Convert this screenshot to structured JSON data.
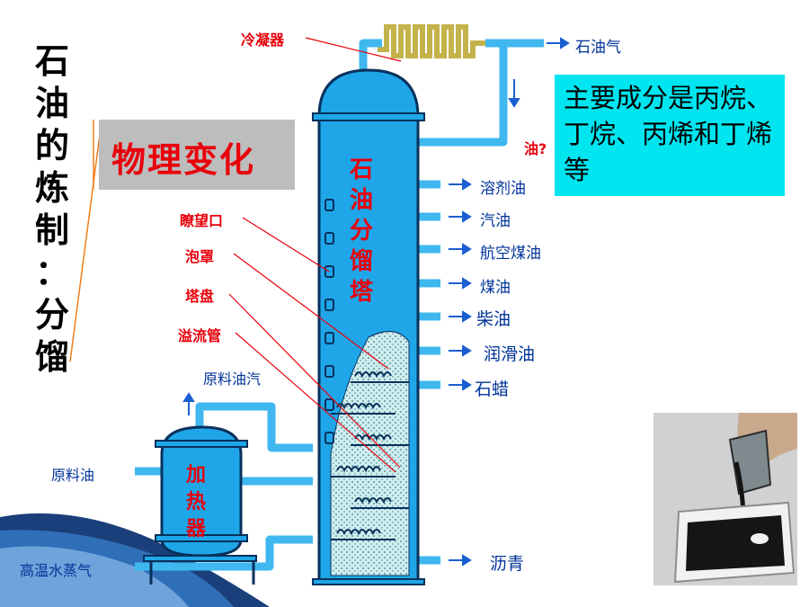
{
  "title_chars": [
    "石",
    "油",
    "的",
    "炼",
    "制",
    "：",
    "分",
    "馏"
  ],
  "physical_change": "物理变化",
  "info_box": "主要成分是丙烷、丁烷、丙烯和丁烯等",
  "tower_label_chars": [
    "石",
    "油",
    "分",
    "馏",
    "塔"
  ],
  "heater_label_chars": [
    "加",
    "热",
    "器"
  ],
  "part_labels": {
    "condenser": "冷凝器",
    "sight_glass": "瞭望口",
    "bubble_cap": "泡罩",
    "tray": "塔盘",
    "overflow_pipe": "溢流管",
    "feed_vapor": "原料油汽",
    "feed_oil": "原料油",
    "steam": "高温水蒸气",
    "reflux_partial": "油?"
  },
  "products": [
    "石油气",
    "溶剂油",
    "汽油",
    "航空煤油",
    "煤油",
    "柴油",
    "润滑油",
    "石蜡",
    "沥青"
  ],
  "colors": {
    "tower": "#1fa6e8",
    "pipe": "#5bc8f5",
    "label_red": "#e8000b",
    "label_blue": "#003399",
    "arrow": "#1a5fd0",
    "info_bg": "#00e5f0",
    "tag_bg": "#bdbdbd"
  }
}
